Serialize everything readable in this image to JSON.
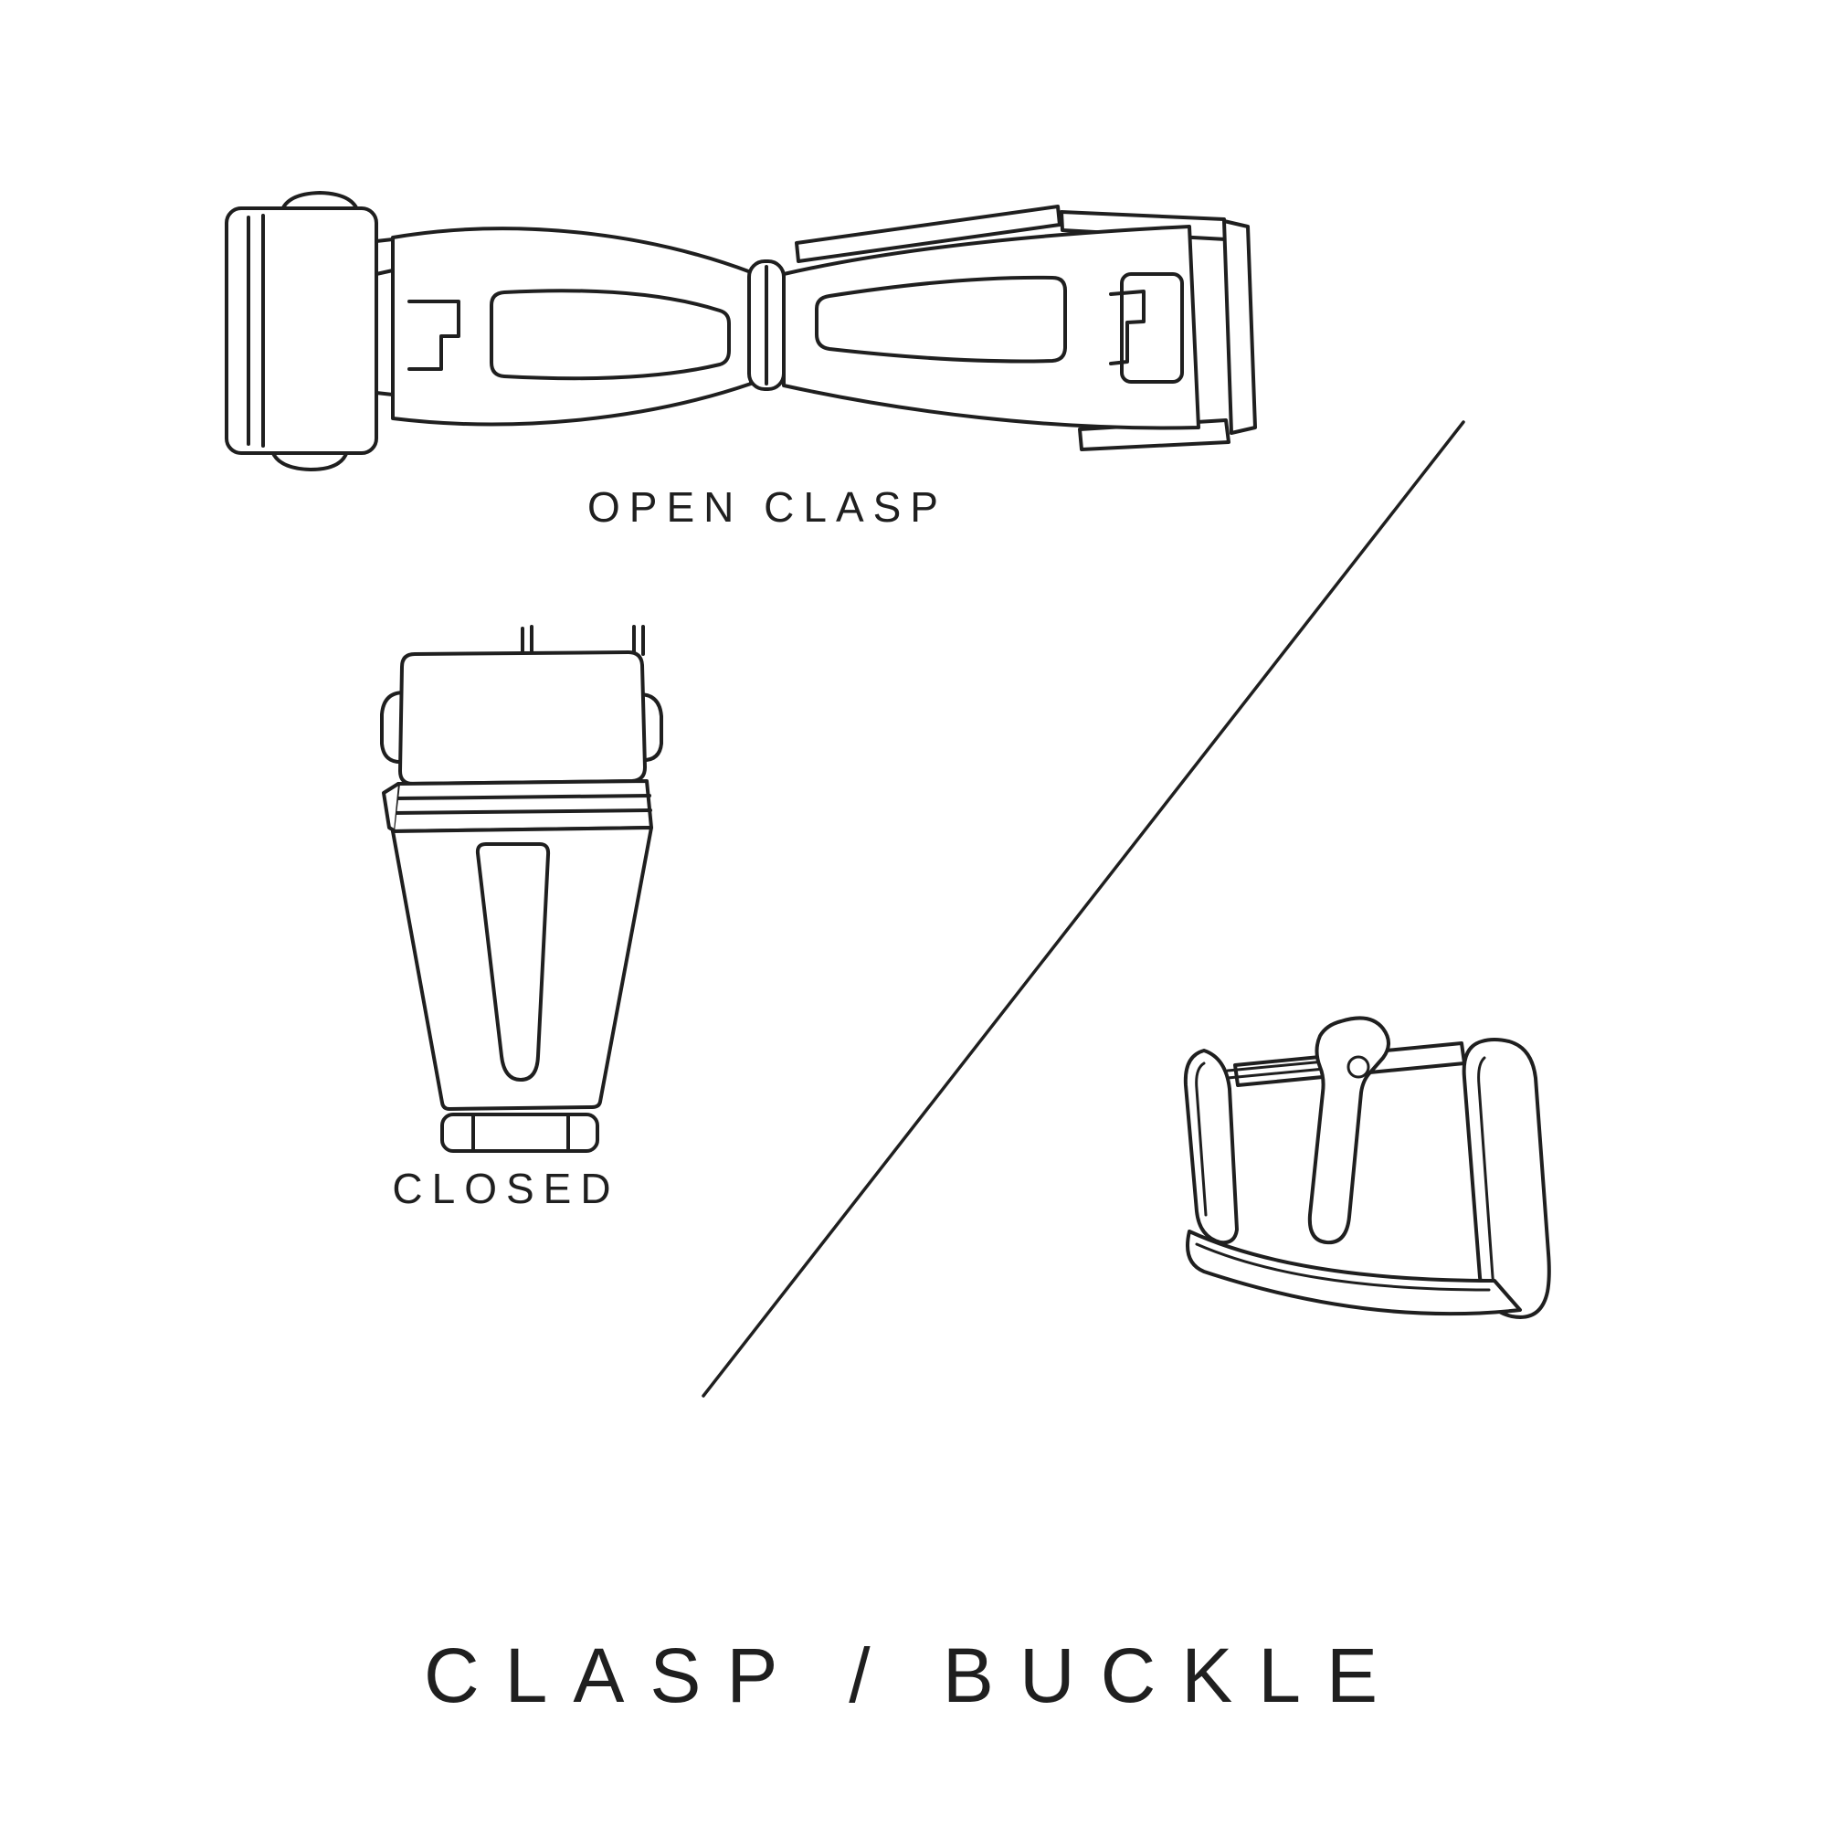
{
  "diagram": {
    "title": "CLASP / BUCKLE",
    "illustrations": [
      {
        "name": "open-clasp",
        "label": "OPEN CLASP"
      },
      {
        "name": "closed-clasp",
        "label": "CLOSED"
      },
      {
        "name": "tang-buckle",
        "label": ""
      }
    ]
  },
  "colors": {
    "line": "#1f1f1f",
    "text": "#1f1f1f",
    "background": "#ffffff"
  }
}
